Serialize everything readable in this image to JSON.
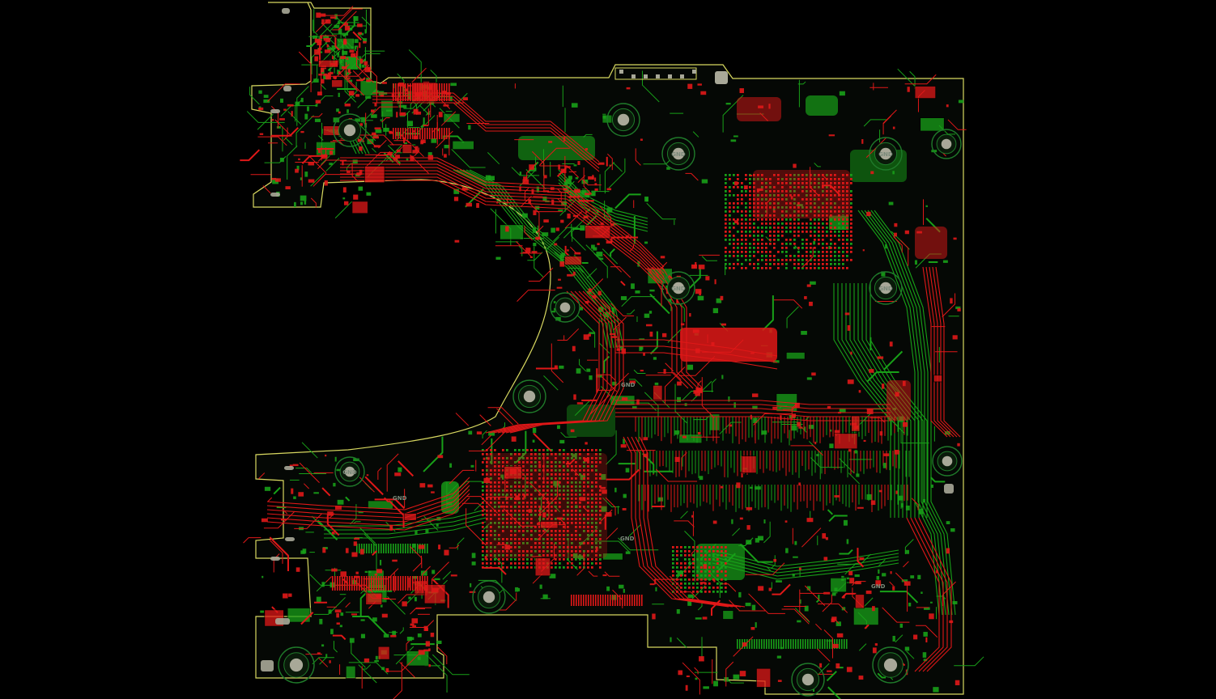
{
  "view": {
    "background": "#000000",
    "outline_color": "#d8d860",
    "top_layer_color": "#e01818",
    "bottom_layer_color": "#18a018",
    "pad_color": "#a8a898",
    "mount_hole_ring_color": "#1f7a2a"
  },
  "board": {
    "mount_hole_label": "GND",
    "mount_holes": [
      {
        "label_visible": false
      },
      {
        "label_visible": false
      },
      {
        "label_visible": true
      },
      {
        "label_visible": true
      },
      {
        "label_visible": false
      },
      {
        "label_visible": true
      },
      {
        "label_visible": true
      },
      {
        "label_visible": false
      },
      {
        "label_visible": false
      },
      {
        "label_visible": true
      },
      {
        "label_visible": false
      },
      {
        "label_visible": false
      },
      {
        "label_visible": false
      },
      {
        "label_visible": false
      },
      {
        "label_visible": false
      }
    ],
    "silk_labels": [
      "GND",
      "GND",
      "GND",
      "GND"
    ]
  }
}
